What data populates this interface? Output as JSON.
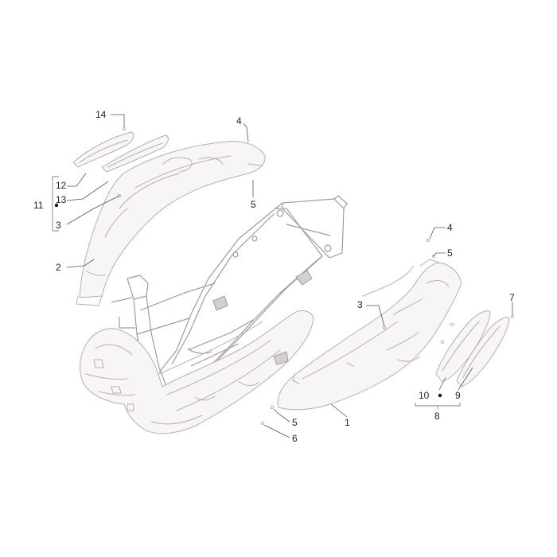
{
  "diagram": {
    "callouts": {
      "c1": "1",
      "c2": "2",
      "c3_left": "3",
      "c3_right": "3",
      "c4_top": "4",
      "c4_right": "4",
      "c5_top": "5",
      "c5_right": "5",
      "c5_bottom": "5",
      "c6": "6",
      "c7": "7",
      "c8": "8",
      "c9": "9",
      "c10": "10",
      "c11": "11",
      "c12": "12",
      "c13": "13",
      "c14": "14"
    },
    "colors": {
      "outline": "#b9aeae",
      "fill": "#f7f5f5",
      "leader": "#555555"
    }
  }
}
